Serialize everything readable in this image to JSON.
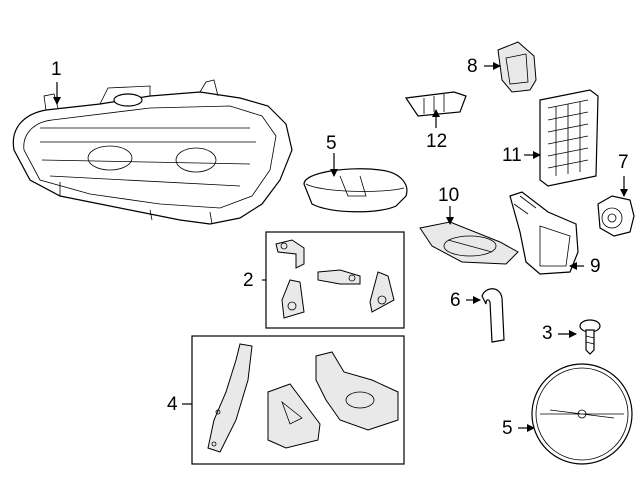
{
  "diagram": {
    "callouts": {
      "c1": "1",
      "c2": "2",
      "c3": "3",
      "c4": "4",
      "c5_top": "5",
      "c5_bottom": "5",
      "c6": "6",
      "c7": "7",
      "c8": "8",
      "c9": "9",
      "c10": "10",
      "c11": "11",
      "c12": "12"
    }
  }
}
